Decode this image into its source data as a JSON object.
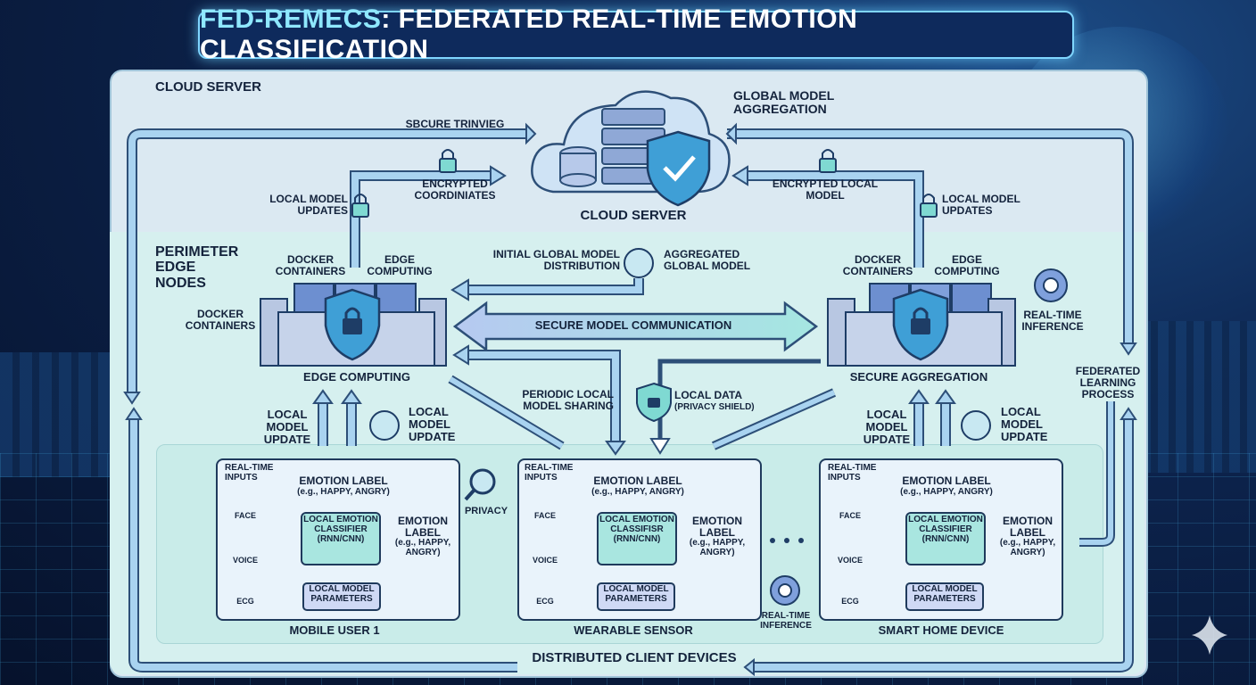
{
  "title": {
    "prefix": "FED-REMECS",
    "rest": ": FEDERATED REAL-TIME EMOTION CLASSIFICATION"
  },
  "zones": {
    "cloud": "CLOUD SERVER",
    "edge": "PERIMETER EDGE NODES",
    "clients": "DISTRIBUTED CLIENT DEVICES"
  },
  "cloud": {
    "label": "CLOUD SERVER",
    "global_aggregation": "GLOBAL MODEL AGGREGATION",
    "secure_training": "SBCURE TRINVIEG",
    "encrypted_coordinates": "ENCRYPTED COORDINIATES",
    "encrypted_local_model": "ENCRYPTED LOCAL MODEL",
    "local_updates_left": "LOCAL MODEL UPDATES",
    "local_updates_right": "LOCAL MODEL UPDATES"
  },
  "middle": {
    "initial_distribution": "INITIAL GLOBAL MODEL DISTRIBUTION",
    "aggregated": "AGGREGATED GLOBAL MODEL",
    "secure_comm": "SECURE MODEL COMMUNICATION",
    "periodic_sharing": "PERIODIC LOCAL MODEL SHARING",
    "local_data": "LOCAL DATA",
    "privacy_shield": "(PRIVACY SHIELD)",
    "privacy": "PRIVACY",
    "realtime_inference": "REAL-TIME INFERENCE",
    "federated_process": "FEDERATED LEARNING PROCESS",
    "ellipsis": "• • •"
  },
  "edge_left": {
    "docker_top": "DOCKER CONTAINERS",
    "edge_top": "EDGE COMPUTING",
    "docker_side": "DOCKER CONTAINERS",
    "caption": "EDGE COMPUTING"
  },
  "edge_right": {
    "docker_top": "DOCKER CONTAINERS",
    "edge_top": "EDGE COMPUTING",
    "inference": "REAL-TIME INFERENCE",
    "caption": "SECURE AGGREGATION"
  },
  "uplinks": {
    "local_update": "LOCAL MODEL UPDATE"
  },
  "clients": [
    {
      "name": "MOBILE USER 1",
      "inputs": "REAL-TIME INPUTS",
      "face": "FACE",
      "voice": "VOICE",
      "ecg": "ECG",
      "emotion_top": "EMOTION LABEL",
      "emotion_top_eg": "(e.g., HAPPY, ANGRY)",
      "classifier": "LOCAL EMOTION CLASSIFIER (RNN/CNN)",
      "emotion_right": "EMOTION LABEL",
      "emotion_right_eg": "(e.g., HAPPY, ANGRY)",
      "params": "LOCAL MODEL PARAMETERS"
    },
    {
      "name": "WEARABLE SENSOR",
      "inputs": "REAL-TIME INPUTS",
      "face": "FACE",
      "voice": "VOICE",
      "ecg": "ECG",
      "emotion_top": "EMOTION LABEL",
      "emotion_top_eg": "(e.g., HAPPY, ANGRY)",
      "classifier": "LOCAL EMOTION CLASSIFISR (RNN/CNN)",
      "emotion_right": "EMOTION LABEL",
      "emotion_right_eg": "(e.g., HAPPY, ANGRY)",
      "params": "LOCAL MODEL PARAMETERS"
    },
    {
      "name": "SMART HOME DEVICE",
      "inputs": "REAL-TIME INPUTS",
      "face": "FACE",
      "voice": "VOICE",
      "ecg": "ECG",
      "emotion_top": "EMOTION LABEL",
      "emotion_top_eg": "(e.g., HAPPY, ANGRY)",
      "classifier": "LOCAL EMOTION CLASSIFIER (RNN/CNN)",
      "emotion_right": "EMOTION LABEL",
      "emotion_right_eg": "(e.g., HAPPY, ANGRY)",
      "params": "LOCAL MODEL PARAMETERS"
    }
  ],
  "colors": {
    "arrow_fill": "#a9d3f0",
    "arrow_stroke": "#2d4f78",
    "teal": "#7fd9d2",
    "shield": "#3f9fd6"
  }
}
